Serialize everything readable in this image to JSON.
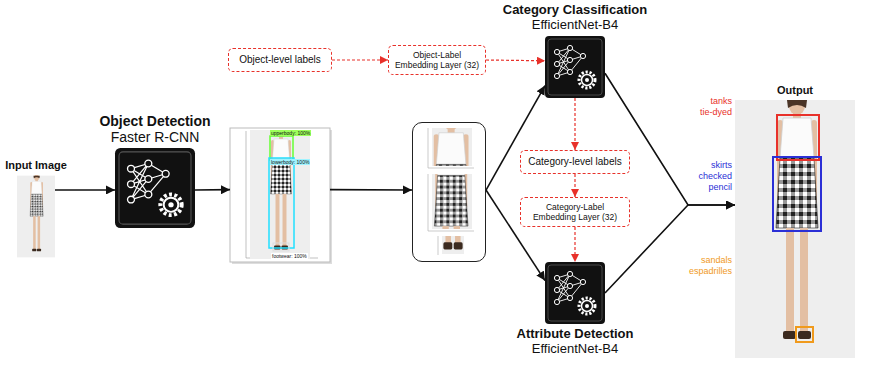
{
  "diagram": {
    "nodes": [
      {
        "text": [
          "Input Image"
        ]
      },
      {
        "text": [
          "Object Detection",
          "Faster R-CNN"
        ]
      },
      {
        "text": [
          "upperbody: 100%",
          "lowerbody: 100%",
          "footwear: 100%"
        ]
      },
      {
        "text": [
          "Object-level labels"
        ]
      },
      {
        "text": [
          "Object-Label Embedding Layer (32)"
        ]
      },
      {
        "text": [
          "Category Classification",
          "EfficientNet-B4"
        ]
      },
      {
        "text": []
      },
      {
        "text": [
          "Category-level labels"
        ]
      },
      {
        "text": [
          "Category-Label Embedding Layer (32)"
        ]
      },
      {
        "text": [
          "Attribute Detection",
          "EfficientNet-B4"
        ]
      },
      {
        "text": [
          "Output"
        ]
      }
    ],
    "edges": [
      {
        "from": 0,
        "to": 1,
        "arrow": "to"
      },
      {
        "from": 1,
        "to": 2,
        "arrow": "to"
      },
      {
        "from": 2,
        "to": 6,
        "arrow": "to"
      },
      {
        "from": 6,
        "to": 5,
        "arrow": "to"
      },
      {
        "from": 6,
        "to": 9,
        "arrow": "to"
      },
      {
        "from": 3,
        "to": 4,
        "arrow": "to"
      },
      {
        "from": 4,
        "to": 5,
        "arrow": "to"
      },
      {
        "from": 5,
        "to": 7,
        "arrow": "to"
      },
      {
        "from": 7,
        "to": 8,
        "arrow": "to"
      },
      {
        "from": 8,
        "to": 9,
        "arrow": "to"
      },
      {
        "from": 5,
        "to": 10,
        "arrow": "to"
      },
      {
        "from": 9,
        "to": 10,
        "arrow": "to"
      }
    ],
    "labels": [
      "tanks",
      "tie-dyed",
      "skirts",
      "checked",
      "pencil",
      "sandals",
      "espadrilles"
    ]
  }
}
